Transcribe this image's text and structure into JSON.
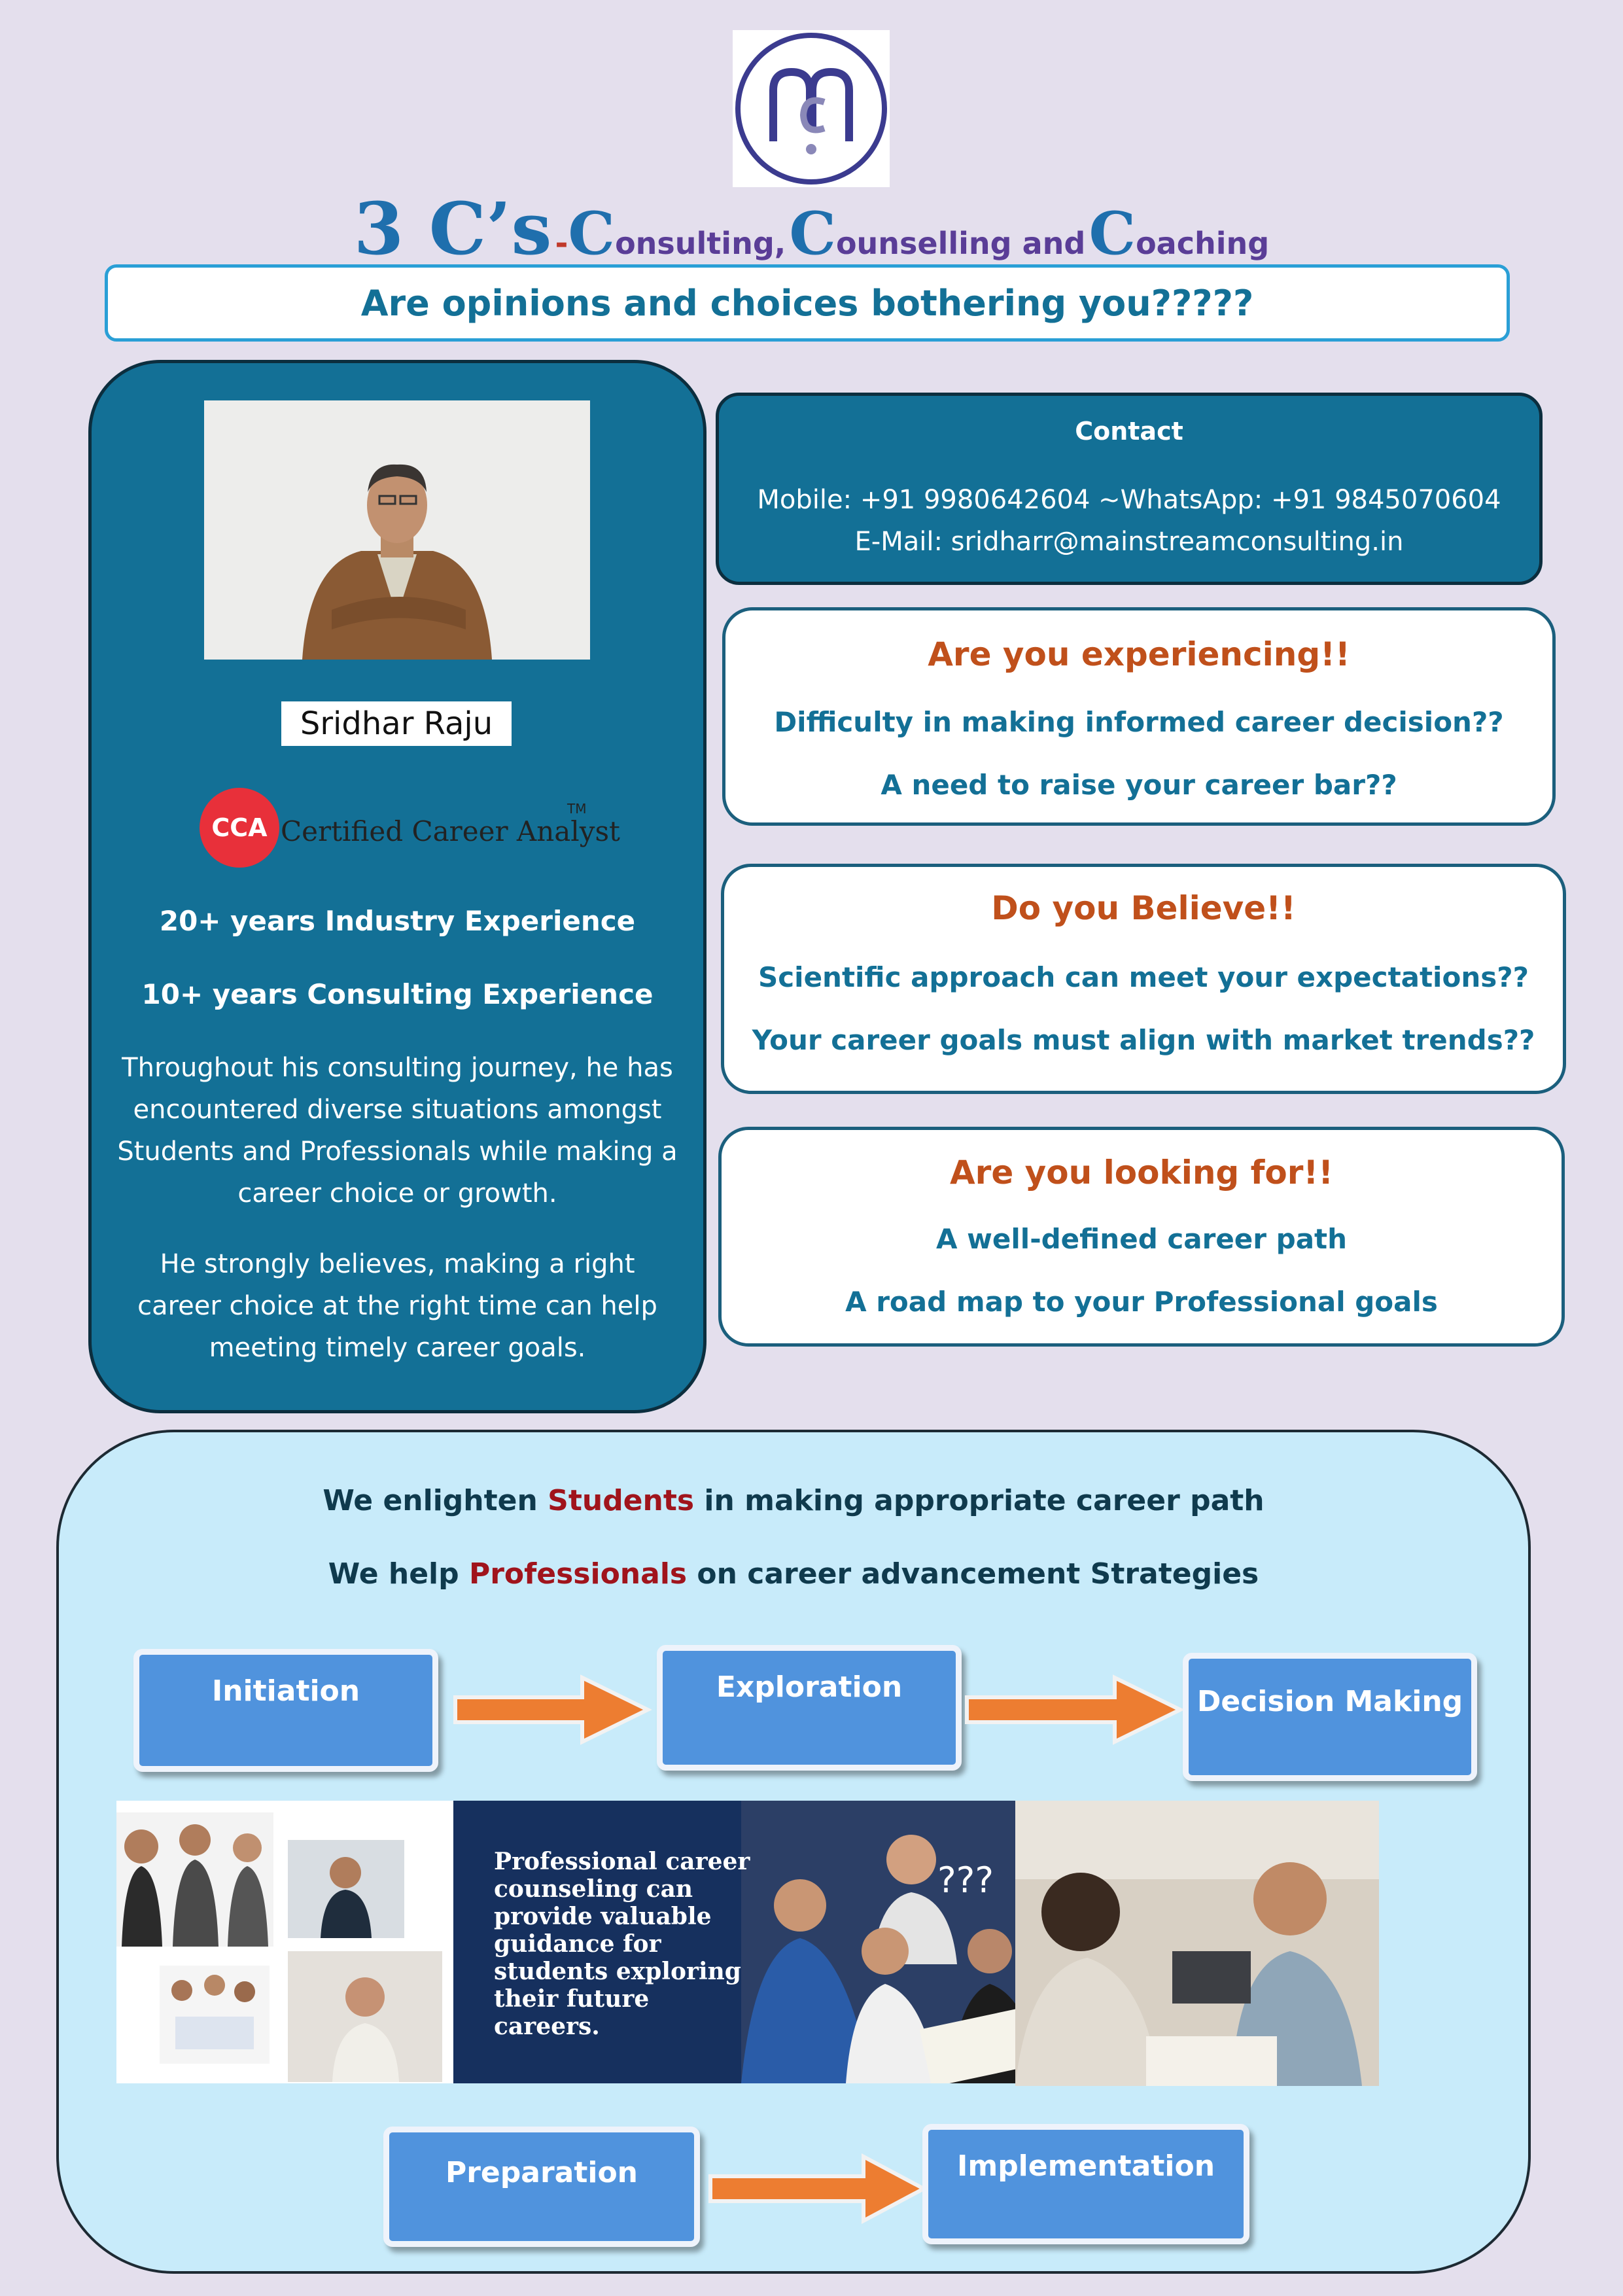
{
  "header": {
    "title_big": "3 C’s",
    "title_dash": "-",
    "title_c1": "C",
    "title_w1": "onsulting,",
    "title_c2": "C",
    "title_w2": "ounselling and",
    "title_c3": "C",
    "title_w3": "oaching",
    "tagline": "Are opinions and choices bothering you?????"
  },
  "profile": {
    "name": "Sridhar Raju",
    "cca_badge": "CCA",
    "cca_text": "Certified Career Analyst",
    "cca_tm": "TM",
    "experience_industry": "20+ years Industry Experience",
    "experience_consulting": "10+ years Consulting Experience",
    "para1": "Throughout his consulting journey, he has encountered diverse situations amongst Students and Professionals while making a career choice or growth.",
    "para2": "He strongly believes, making a right career choice at the right time can help meeting timely career goals."
  },
  "contact": {
    "title": "Contact",
    "phone": "Mobile: +91 9980642604 ~WhatsApp: +91 9845070604",
    "email": "E-Mail: sridharr@mainstreamconsulting.in"
  },
  "experiencing": {
    "heading": "Are you experiencing!!",
    "line1": "Difficulty in making informed career decision??",
    "line2": "A need to raise your career bar??"
  },
  "believe": {
    "heading": "Do you Believe!!",
    "line1": "Scientific approach can meet your expectations??",
    "line2": "Your career goals must align with market trends??"
  },
  "looking": {
    "heading": "Are you looking for!!",
    "line1": "A well-defined career path",
    "line2": "A road map to your Professional goals"
  },
  "bottom": {
    "students_pre": "We enlighten ",
    "students_hl": "Students",
    "students_post": " in making appropriate career path",
    "prof_pre": "We help ",
    "prof_hl": "Professionals",
    "prof_post": " on career advancement Strategies",
    "steps": [
      "Initiation",
      "Exploration",
      "Decision Making",
      "Preparation",
      "Implementation"
    ],
    "image_caption": "Professional career counseling can provide valuable guidance for students exploring their future careers.",
    "image_question": "???"
  },
  "colors": {
    "page_bg": "#e4dfed",
    "panel_blue": "#137096",
    "heading_orange": "#c0501b",
    "highlight_red": "#a0141c",
    "step_blue": "#5093dd",
    "arrow_orange": "#ed7d31",
    "bottom_bg": "#c8ebfa"
  }
}
